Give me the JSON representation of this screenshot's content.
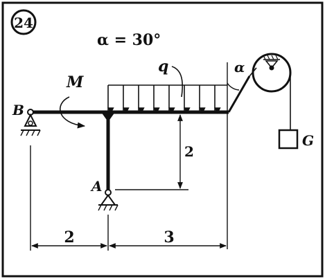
{
  "problem": {
    "number": "24",
    "condition_text": "α = 30°"
  },
  "labels": {
    "support_b": "B",
    "support_a": "A",
    "moment": "M",
    "distributed_load": "q",
    "weight": "G",
    "angle": "α"
  },
  "dimensions": {
    "left_span": "2",
    "right_span": "3",
    "column_height": "2"
  },
  "colors": {
    "ink": "#111111",
    "background": "#ffffff"
  }
}
